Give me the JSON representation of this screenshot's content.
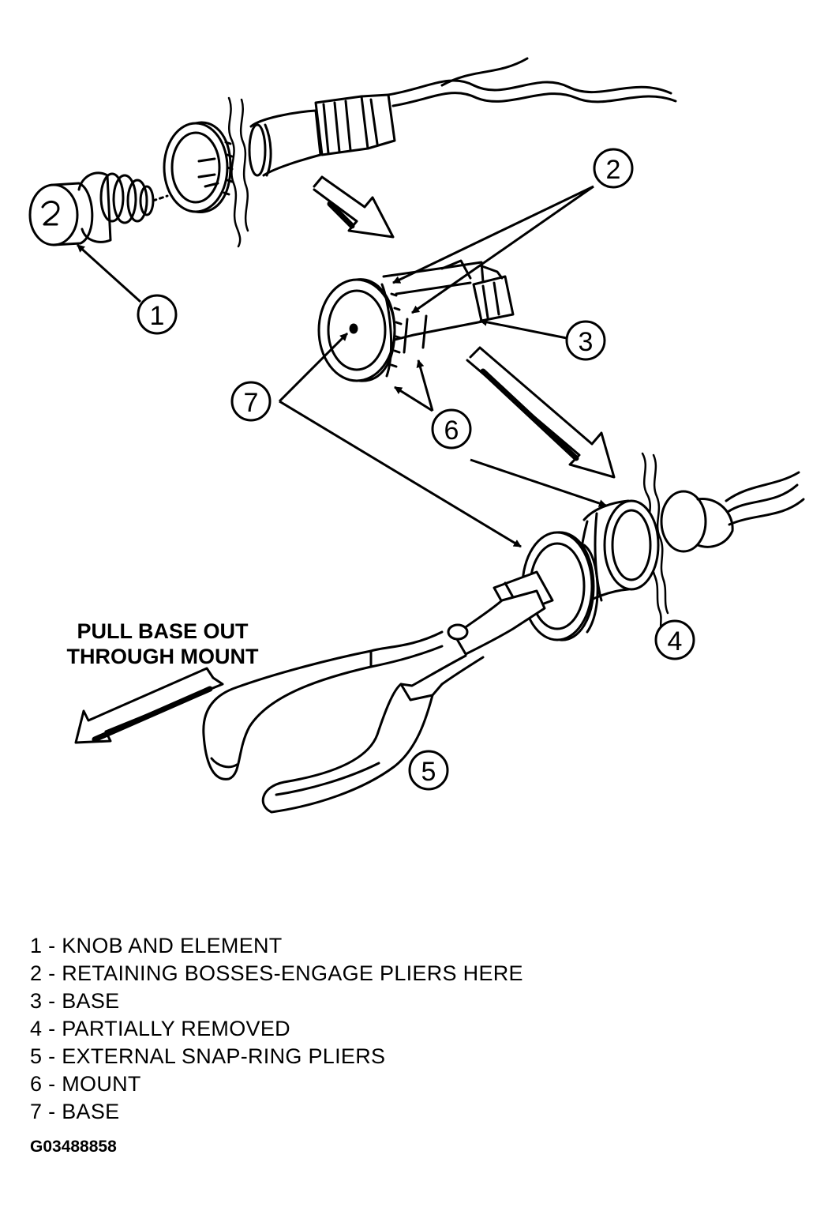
{
  "instruction": {
    "line1": "PULL BASE OUT",
    "line2": "THROUGH MOUNT"
  },
  "callouts": [
    "1",
    "2",
    "3",
    "4",
    "5",
    "6",
    "7"
  ],
  "legend": [
    {
      "num": "1",
      "sep": " - ",
      "text": "KNOB AND ELEMENT"
    },
    {
      "num": "2",
      "sep": " - ",
      "text": "RETAINING BOSSES-ENGAGE PLIERS HERE"
    },
    {
      "num": "3",
      "sep": " - ",
      "text": "BASE"
    },
    {
      "num": "4",
      "sep": " - ",
      "text": "PARTIALLY REMOVED"
    },
    {
      "num": "5",
      "sep": " - ",
      "text": "EXTERNAL SNAP-RING PLIERS"
    },
    {
      "num": "6",
      "sep": " - ",
      "text": "MOUNT"
    },
    {
      "num": "7",
      "sep": " - ",
      "text": "BASE"
    }
  ],
  "figure_id": "G03488858"
}
